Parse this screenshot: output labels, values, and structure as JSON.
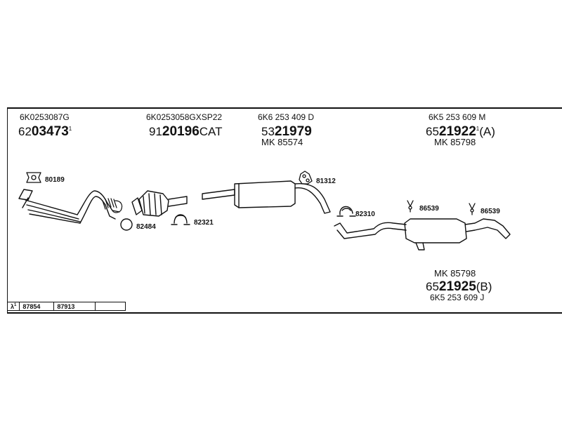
{
  "groups": [
    {
      "ref": "6K0253087G",
      "prefix": "62",
      "bold": "03473",
      "suffix": "",
      "sup": "1",
      "mk": ""
    },
    {
      "ref": "6K0253058GXSP22",
      "prefix": "91",
      "bold": "20196",
      "suffix": "CAT",
      "sup": "",
      "mk": ""
    },
    {
      "ref": "6K6 253 409 D",
      "prefix": "53",
      "bold": "21979",
      "suffix": "",
      "sup": "",
      "mk": "MK  85574"
    },
    {
      "ref": "6K5 253 609 M",
      "prefix": "65",
      "bold": "21922",
      "suffix": "(A)",
      "sup": "1",
      "mk": "MK  85798"
    }
  ],
  "bottom_group": {
    "mk": "MK  85798",
    "prefix": "65",
    "bold": "21925",
    "suffix": "(B)",
    "ref": "6K5 253 609 J"
  },
  "parts": {
    "p80189": "80189",
    "p82484": "82484",
    "p82321": "82321",
    "p81312": "81312",
    "p82310": "82310",
    "p86539a": "86539",
    "p86539b": "86539"
  },
  "codes": {
    "lambda": "λ",
    "lambda_sup": "1",
    "c1": "87854",
    "c2": "87913",
    "c3": ""
  }
}
